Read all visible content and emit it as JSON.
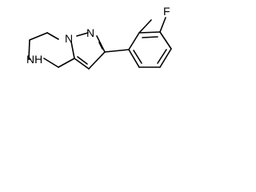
{
  "molecule": {
    "atoms": {
      "fluorine": "F",
      "pyrazole_n2": "N",
      "pyrazole_n1": "N",
      "amine_nh": "NH"
    }
  }
}
